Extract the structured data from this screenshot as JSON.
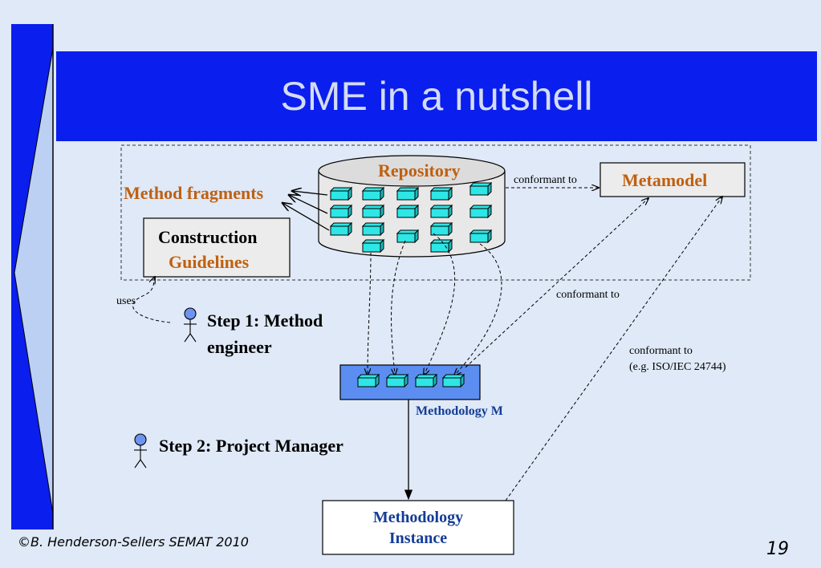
{
  "slide": {
    "title": "SME in a nutshell",
    "page_number": "19",
    "footer": "©B. Henderson-Sellers SEMAT 2010"
  },
  "diagram": {
    "repository_label": "Repository",
    "method_fragments_label": "Method fragments",
    "metamodel_label": "Metamodel",
    "construction_label": "Construction",
    "guidelines_label": "Guidelines",
    "conformant_to_1": "conformant to",
    "conformant_to_2": "conformant to",
    "conformant_to_3": "conformant to",
    "conformant_note": "(e.g. ISO/IEC 24744)",
    "uses_label": "uses",
    "step1_line1": "Step 1: Method",
    "step1_line2": "engineer",
    "step2_label": "Step 2: Project Manager",
    "methodology_m_label": "Methodology M",
    "instance_line1": "Methodology",
    "instance_line2": "Instance"
  },
  "colors": {
    "title_bg": "#0a1eee",
    "background": "#dfe9f7",
    "fragment": "#2ee6e6",
    "accent_orange": "#c06010",
    "accent_navy": "#143c96"
  }
}
